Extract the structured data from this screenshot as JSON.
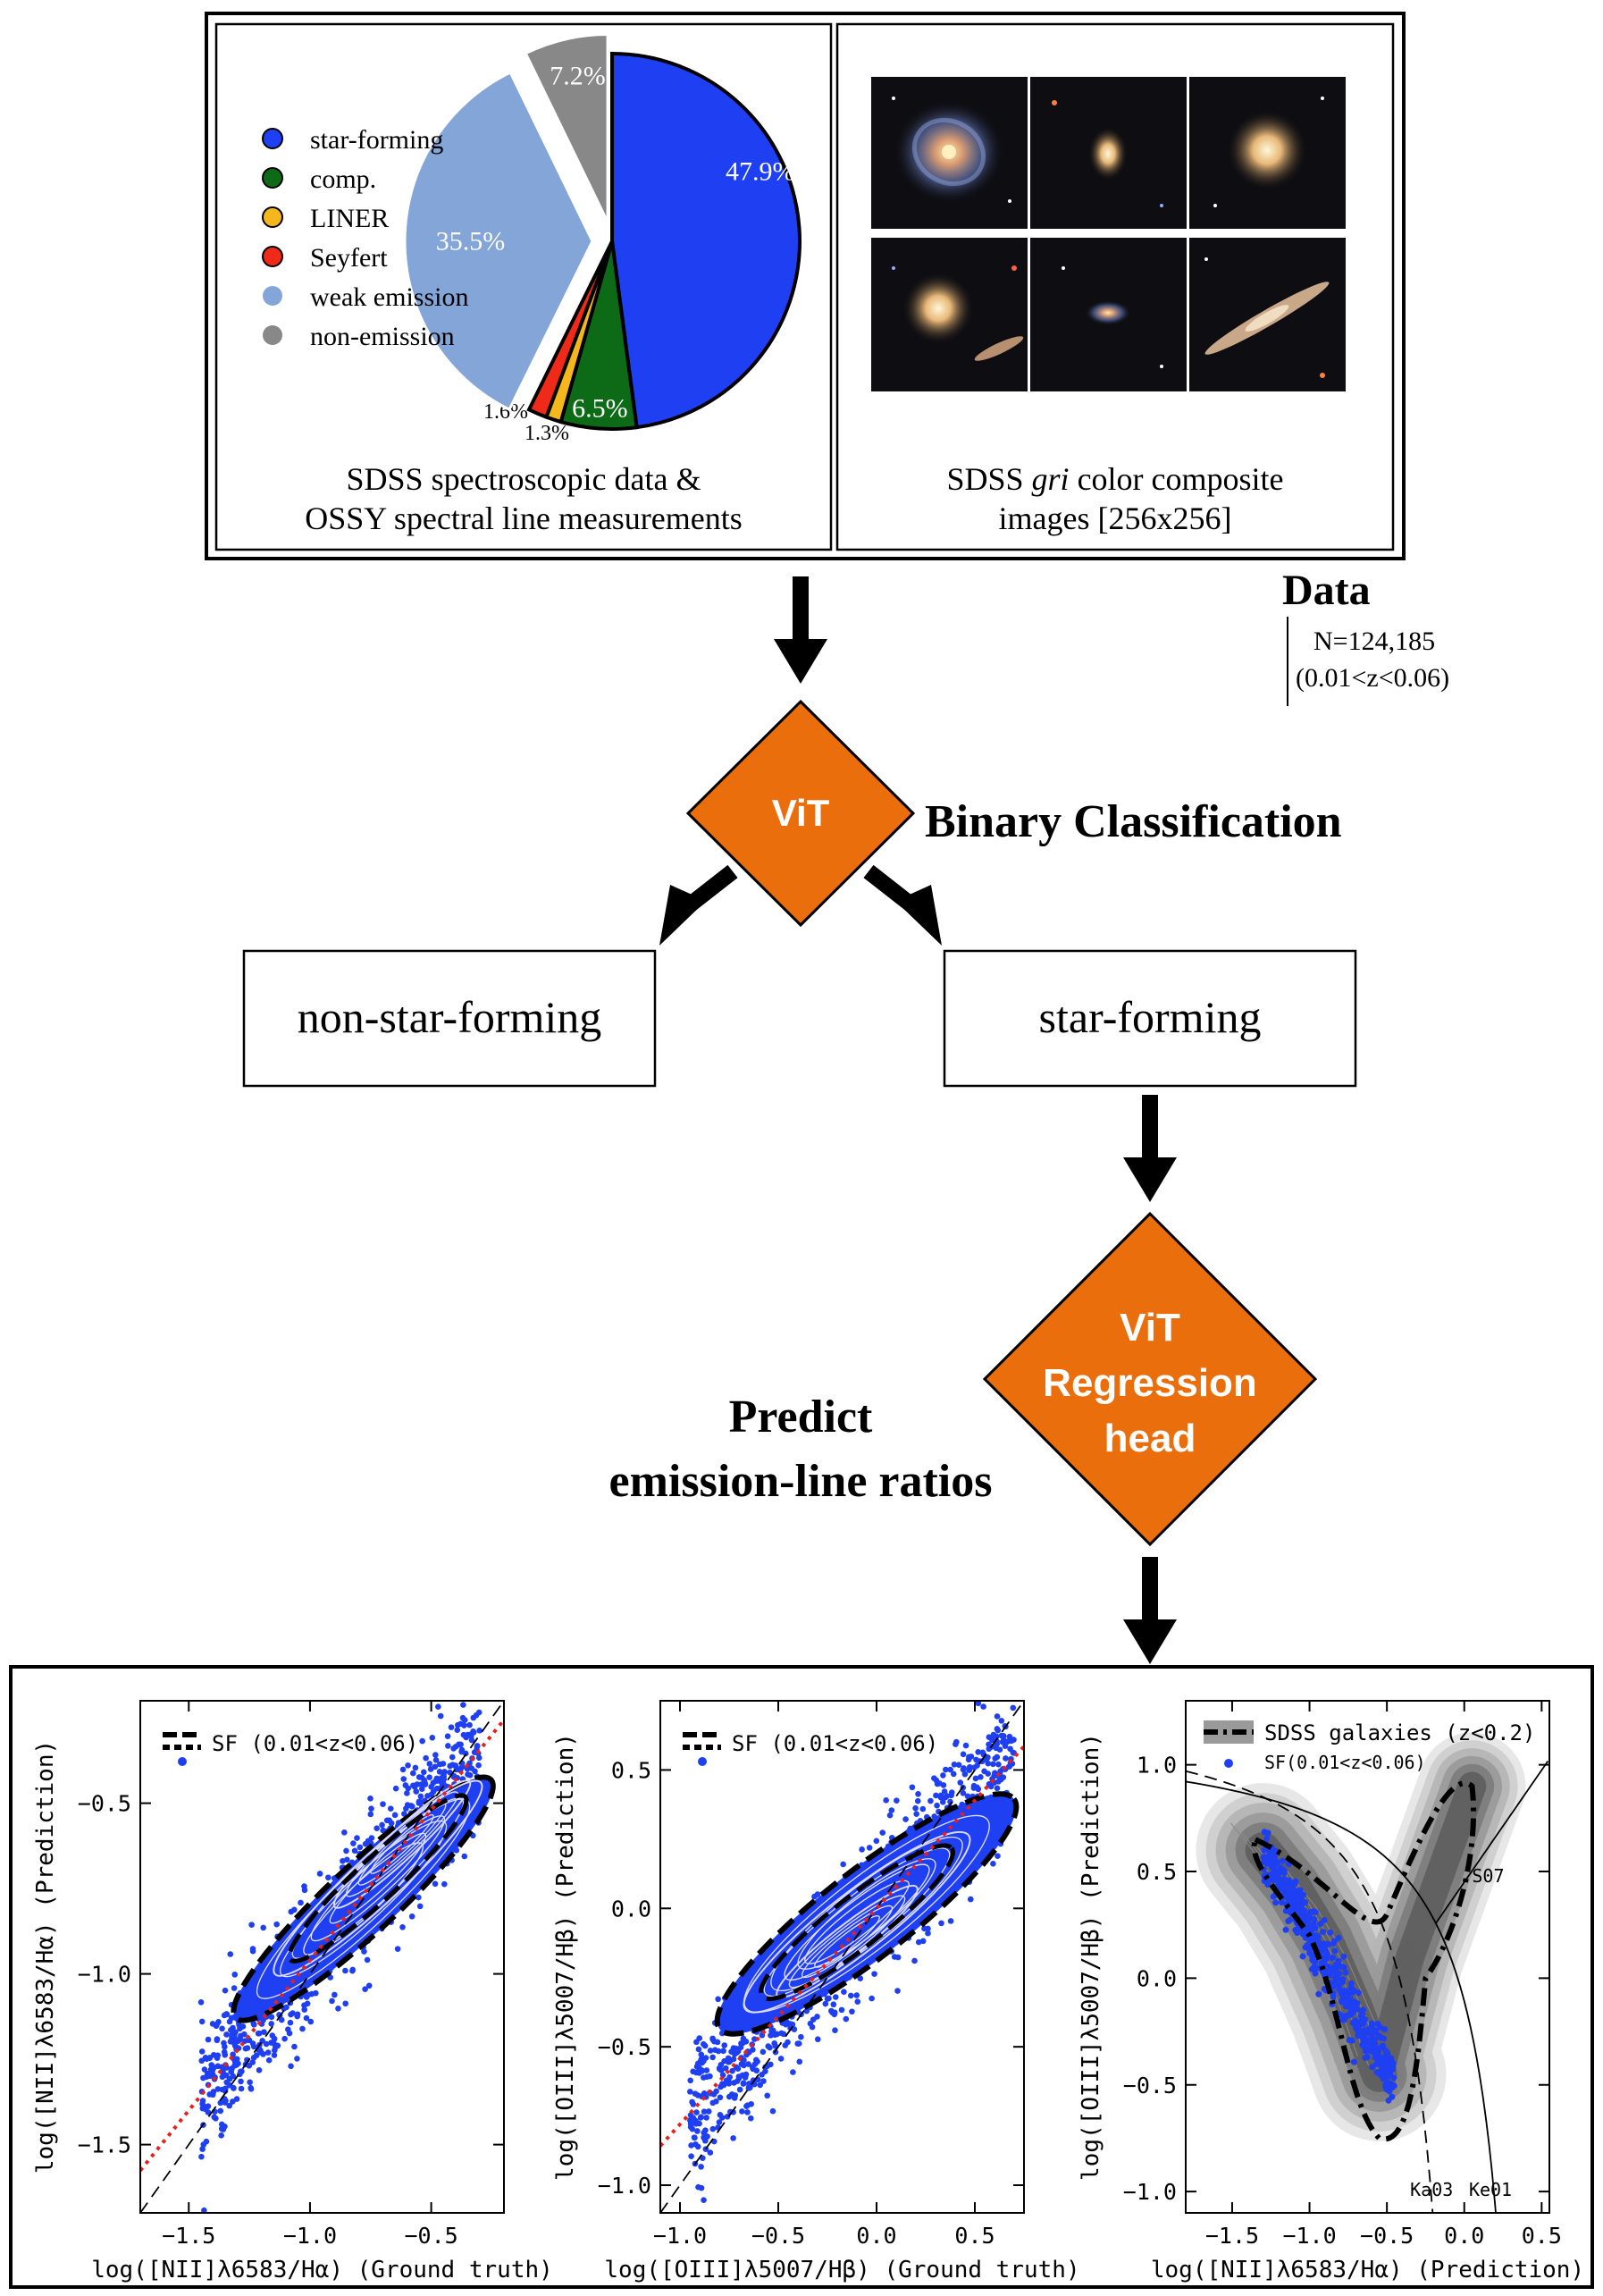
{
  "colors": {
    "star_forming": "#1f3ff2",
    "comp": "#0d6b17",
    "liner": "#f5b81c",
    "seyfert": "#f02a18",
    "weak_emission": "#84a5d8",
    "non_emission": "#888888",
    "vit_orange": "#ea6e0c",
    "points_blue": "#1f3ff2"
  },
  "pie": {
    "legend": [
      "star-forming",
      "comp.",
      "LINER",
      "Seyfert",
      "weak emission",
      "non-emission"
    ],
    "slices": [
      {
        "name": "star-forming",
        "value": 47.9,
        "label": "47.9%"
      },
      {
        "name": "comp.",
        "value": 6.5,
        "label": "6.5%"
      },
      {
        "name": "LINER",
        "value": 1.3,
        "label": "1.3%"
      },
      {
        "name": "Seyfert",
        "value": 1.6,
        "label": "1.6%"
      },
      {
        "name": "weak emission",
        "value": 35.5,
        "label": "35.5%"
      },
      {
        "name": "non-emission",
        "value": 7.2,
        "label": "7.2%"
      }
    ],
    "caption_line1": "SDSS spectroscopic data &",
    "caption_line2": "OSSY spectral line measurements"
  },
  "images_panel": {
    "caption_pre": "SDSS ",
    "caption_em": "gri",
    "caption_post": " color composite",
    "caption_line2": "images [256x256]",
    "thumbnails": [
      "spiral galaxy",
      "small elliptical",
      "round elliptical",
      "elliptical with edge-on companion",
      "small spiral",
      "edge-on disk galaxy"
    ]
  },
  "data_label": {
    "title": "Data",
    "n": "N=124,185",
    "z": "(0.01<z<0.06)"
  },
  "classifier": {
    "node": "ViT",
    "label": "Binary Classification",
    "out_left": "non-star-forming",
    "out_right": "star-forming"
  },
  "regressor": {
    "line1": "ViT",
    "line2": "Regression",
    "line3": "head",
    "label_line1": "Predict",
    "label_line2": "emission-line ratios"
  },
  "chart_data": [
    {
      "type": "scatter",
      "xlabel": "log([NII]λ6583/Hα) (Ground truth)",
      "ylabel": "log([NII]λ6583/Hα) (Prediction)",
      "xlim": [
        -1.7,
        -0.2
      ],
      "ylim": [
        -1.7,
        -0.2
      ],
      "xticks": [
        -1.5,
        -1.0,
        -0.5
      ],
      "xtick_labels": [
        "−1.5",
        "−1.0",
        "−0.5"
      ],
      "yticks": [
        -1.5,
        -1.0,
        -0.5
      ],
      "ytick_labels": [
        "−1.5",
        "−1.0",
        "−0.5"
      ],
      "legend": "SF (0.01<z<0.06)",
      "one_to_one_line": true,
      "fit_line": {
        "slope": 0.88,
        "intercept": -0.08
      },
      "density_ridge": [
        [
          -1.35,
          -1.3
        ],
        [
          -1.0,
          -1.02
        ],
        [
          -0.75,
          -0.72
        ],
        [
          -0.5,
          -0.5
        ],
        [
          -0.35,
          -0.42
        ]
      ],
      "contours": [
        {
          "cx": -0.78,
          "cy": -0.78,
          "a": 0.72,
          "b": 0.14,
          "angle_deg": 43
        },
        {
          "cx": -0.72,
          "cy": -0.72,
          "a": 0.58,
          "b": 0.1,
          "angle_deg": 43
        },
        {
          "cx": -0.62,
          "cy": -0.62,
          "a": 0.38,
          "b": 0.06,
          "angle_deg": 43
        }
      ]
    },
    {
      "type": "scatter",
      "xlabel": "log([OIII]λ5007/Hβ) (Ground truth)",
      "ylabel": "log([OIII]λ5007/Hβ) (Prediction)",
      "xlim": [
        -1.1,
        0.75
      ],
      "ylim": [
        -1.1,
        0.75
      ],
      "xticks": [
        -1.0,
        -0.5,
        0.0,
        0.5
      ],
      "xtick_labels": [
        "−1.0",
        "−0.5",
        "0.0",
        "0.5"
      ],
      "yticks": [
        -1.0,
        -0.5,
        0.0,
        0.5
      ],
      "ytick_labels": [
        "−1.0",
        "−0.5",
        "0.0",
        "0.5"
      ],
      "legend": "SF (0.01<z<0.06)",
      "one_to_one_line": true,
      "fit_line": {
        "slope": 0.78,
        "intercept": 0.0
      },
      "density_ridge": [
        [
          -0.85,
          -0.6
        ],
        [
          -0.4,
          -0.3
        ],
        [
          0.0,
          0.0
        ],
        [
          0.4,
          0.35
        ],
        [
          0.65,
          0.6
        ]
      ],
      "contours": [
        {
          "cx": -0.05,
          "cy": -0.02,
          "a": 0.95,
          "b": 0.22,
          "angle_deg": 38
        },
        {
          "cx": -0.1,
          "cy": -0.05,
          "a": 0.72,
          "b": 0.15,
          "angle_deg": 38
        },
        {
          "cx": -0.15,
          "cy": -0.12,
          "a": 0.45,
          "b": 0.08,
          "angle_deg": 38
        }
      ]
    },
    {
      "type": "scatter",
      "xlabel": "log([NII]λ6583/Hα) (Prediction)",
      "ylabel": "log([OIII]λ5007/Hβ) (Prediction)",
      "xlim": [
        -1.8,
        0.55
      ],
      "ylim": [
        -1.1,
        1.3
      ],
      "xticks": [
        -1.5,
        -1.0,
        -0.5,
        0.0,
        0.5
      ],
      "xtick_labels": [
        "−1.5",
        "−1.0",
        "−0.5",
        "0.0",
        "0.5"
      ],
      "yticks": [
        -1.0,
        -0.5,
        0.0,
        0.5,
        1.0
      ],
      "ytick_labels": [
        "−1.0",
        "−0.5",
        "0.0",
        "0.5",
        "1.0"
      ],
      "legend_items": [
        "SDSS galaxies (z<0.2)",
        "SF(0.01<z<0.06)"
      ],
      "curve_labels": [
        "S07",
        "Ka03",
        "Ke01"
      ],
      "sf_locus": [
        [
          -1.3,
          0.6
        ],
        [
          -1.1,
          0.42
        ],
        [
          -0.9,
          0.18
        ],
        [
          -0.7,
          -0.15
        ],
        [
          -0.55,
          -0.45
        ]
      ],
      "agn_locus": [
        [
          -0.35,
          0.1
        ],
        [
          -0.2,
          0.4
        ],
        [
          -0.05,
          0.7
        ],
        [
          0.05,
          0.9
        ]
      ]
    }
  ]
}
